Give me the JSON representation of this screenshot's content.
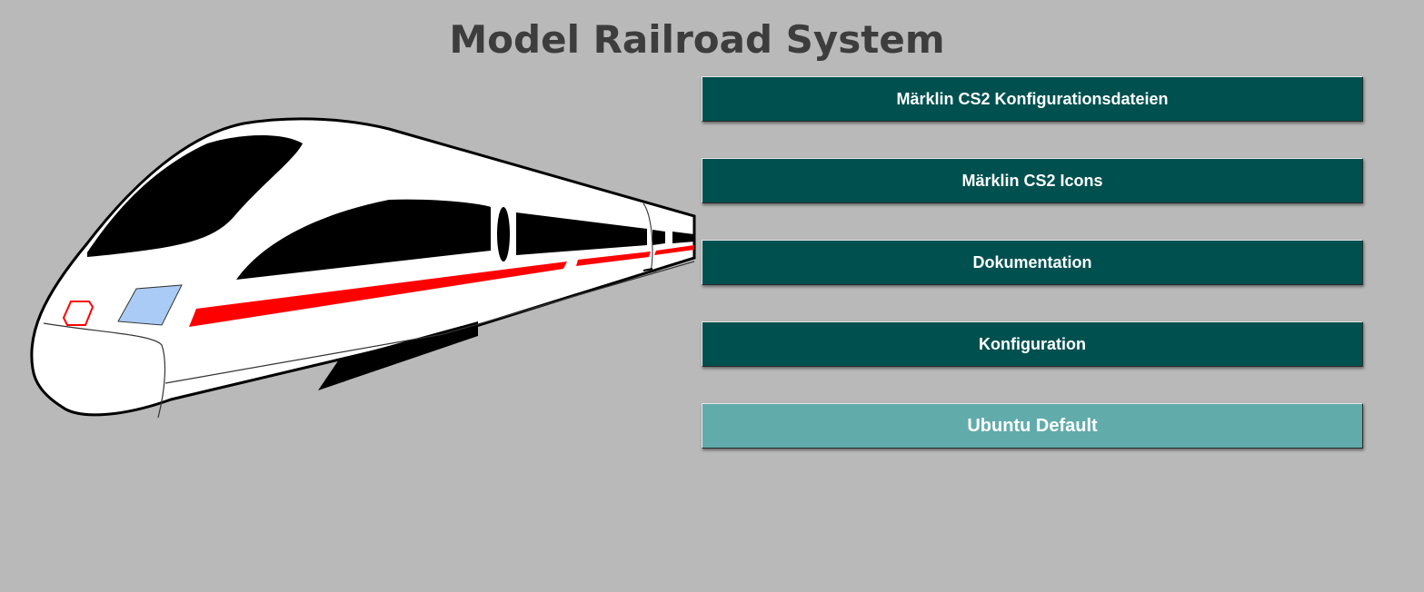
{
  "header": {
    "title": "Model Railroad System"
  },
  "hero": {
    "image": "high-speed-train-illustration"
  },
  "menu": {
    "items": [
      {
        "label": "Märklin CS2 Konfigurationsdateien",
        "color": "#005050"
      },
      {
        "label": "Märklin CS2 Icons",
        "color": "#005050"
      },
      {
        "label": "Dokumentation",
        "color": "#005050"
      },
      {
        "label": "Konfiguration",
        "color": "#005050"
      },
      {
        "label": "Ubuntu Default",
        "color": "#62abab"
      }
    ]
  },
  "colors": {
    "background": "#b9b9b9",
    "title": "#3d3d3d",
    "button_dark": "#005050",
    "button_light": "#62abab",
    "train_stripe": "#ff0000",
    "train_window": "#aacbf5"
  }
}
